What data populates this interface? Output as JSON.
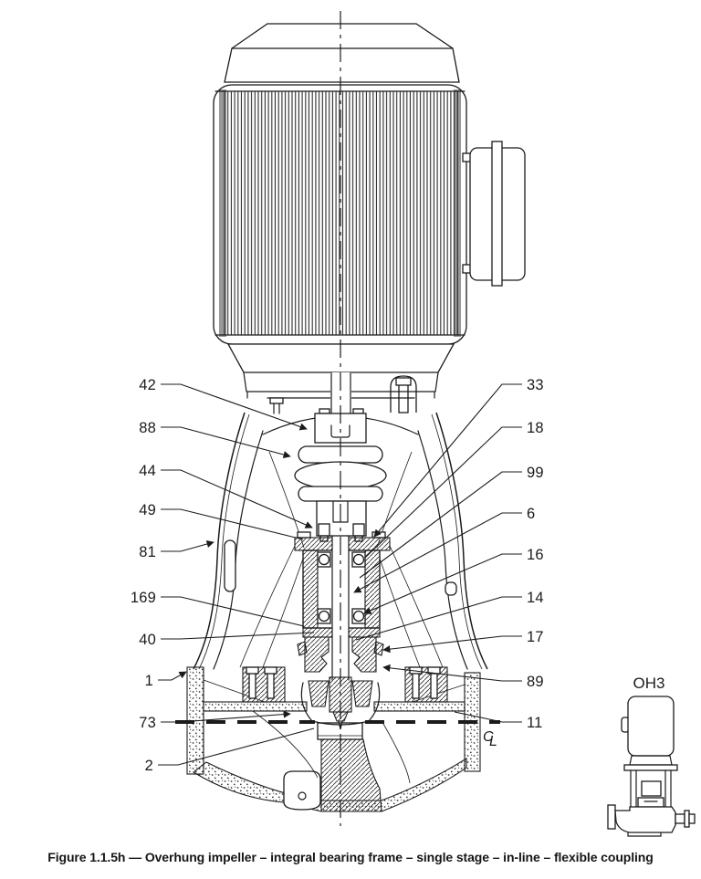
{
  "figure": {
    "caption": "Figure 1.1.5h — Overhung impeller – integral bearing frame – single stage – in-line – flexible coupling",
    "pump_type_code": "OH3",
    "centerline_symbol": {
      "c": "C",
      "l": "L"
    }
  },
  "callouts": {
    "left": [
      "42",
      "88",
      "44",
      "49",
      "81",
      "169",
      "40",
      "1",
      "73",
      "2"
    ],
    "right": [
      "33",
      "18",
      "99",
      "6",
      "16",
      "14",
      "17",
      "89",
      "11"
    ]
  },
  "colors": {
    "ink": "#1b1b1b",
    "paper": "#ffffff"
  }
}
